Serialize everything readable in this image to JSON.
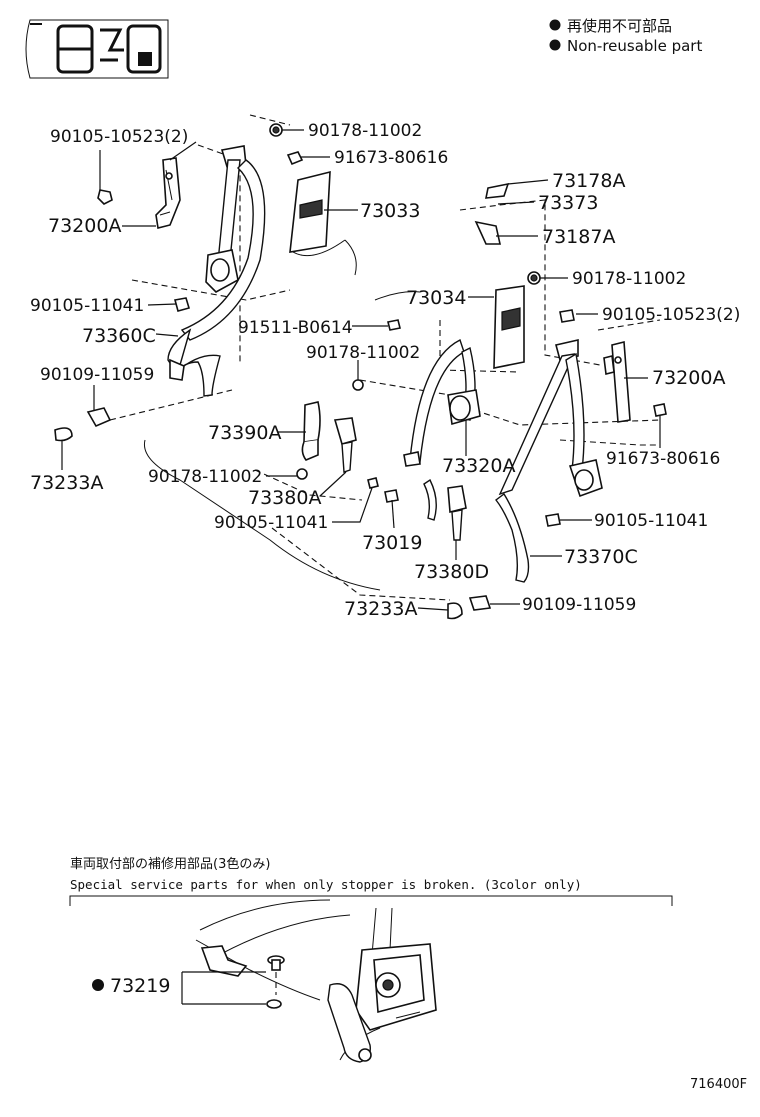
{
  "legend": {
    "jp": "再使用不可部品",
    "en": "Non-reusable part"
  },
  "labels": {
    "l01": "90105-10523(2)",
    "l02": "73200A",
    "l03": "90178-11002",
    "l04": "91673-80616",
    "l05": "73033",
    "l06": "73178A",
    "l07": "73373",
    "l08": "73187A",
    "l09": "90105-11041",
    "l10": "73360C",
    "l11": "91511-B0614",
    "l12": "73034",
    "l13": "90178-11002",
    "l14": "90105-10523(2)",
    "l15": "90109-11059",
    "l16": "90178-11002",
    "l17": "73200A",
    "l18": "73390A",
    "l19": "73233A",
    "l20": "73320A",
    "l21": "91673-80616",
    "l22": "90178-11002",
    "l23": "73380A",
    "l24": "90105-11041",
    "l25": "90105-11041",
    "l26": "73019",
    "l27": "73370C",
    "l28": "73380D",
    "l29": "73233A",
    "l30": "90109-11059"
  },
  "special": {
    "jp": "車両取付部の補修用部品(3色のみ)",
    "en": "Special service parts for when only stopper is broken. (3color only)",
    "part": "73219"
  },
  "code": "716400F",
  "colors": {
    "ink": "#111111",
    "paper": "#ffffff"
  }
}
